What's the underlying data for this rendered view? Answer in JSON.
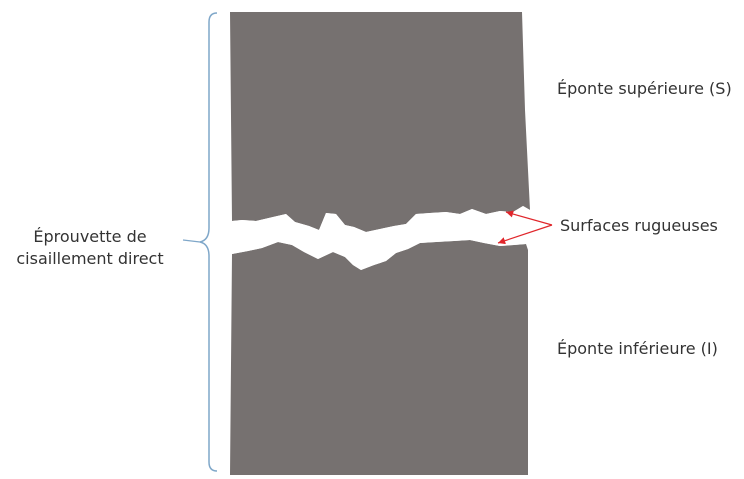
{
  "labels": {
    "specimen_line1": "Éprouvette de",
    "specimen_line2": "cisaillement direct",
    "upper_wall": "Éponte supérieure (S)",
    "rough_surfaces": "Surfaces rugueuses",
    "lower_wall": "Éponte inférieure (I)"
  },
  "colors": {
    "rock": "#767170",
    "fracture": "#ffffff",
    "brace": "#7fa7c9",
    "arrow": "#e0262b",
    "text": "#333333"
  }
}
